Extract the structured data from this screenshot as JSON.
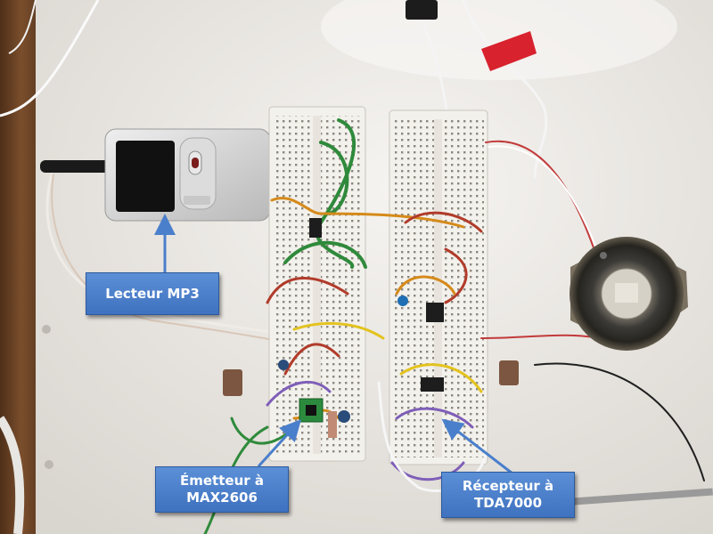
{
  "labels": {
    "mp3_player": "Lecteur MP3",
    "emitter_line1": "Émetteur à",
    "emitter_line2": "MAX2606",
    "receiver_line1": "Récepteur à",
    "receiver_line2": "TDA7000"
  },
  "colors": {
    "callout_fill": "#4a7fcb",
    "callout_text": "#ffffff",
    "arrow": "#4a7fcb",
    "background_board": "#ece9e4",
    "wood": "#6a4428"
  },
  "objects": [
    "mp3-player",
    "breadboard-emitter",
    "breadboard-receiver",
    "speaker",
    "antenna"
  ]
}
